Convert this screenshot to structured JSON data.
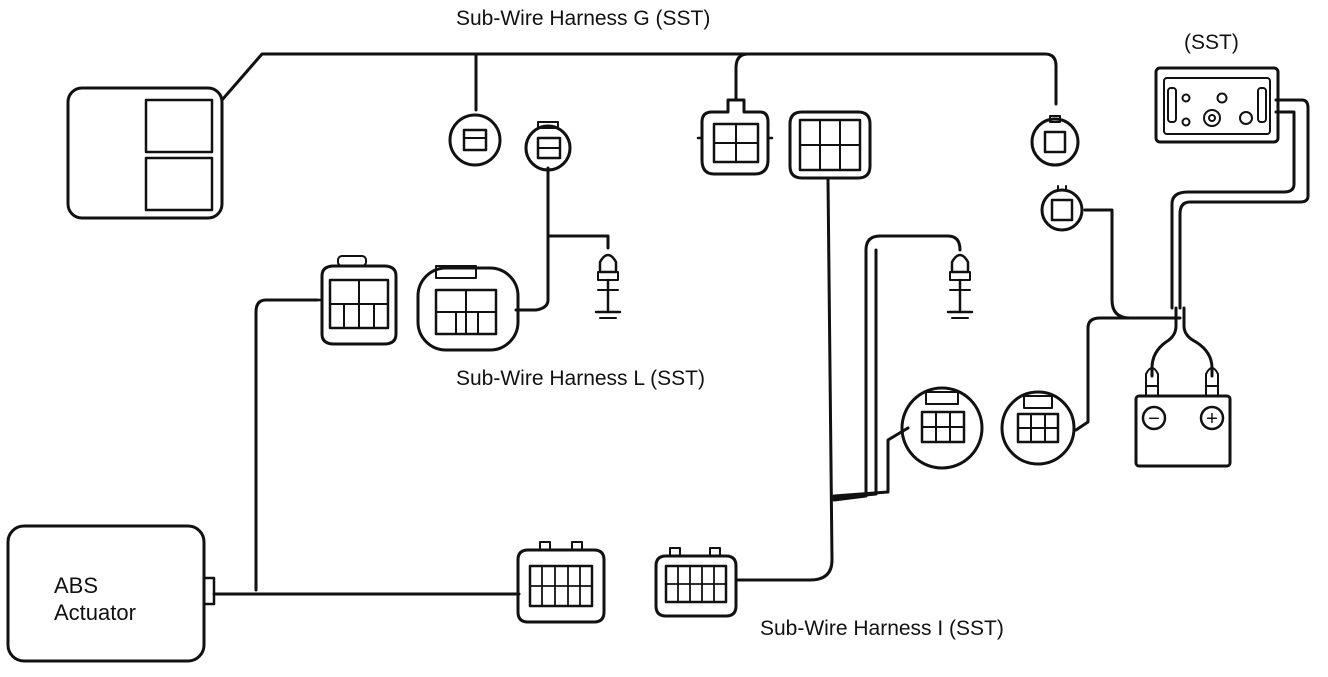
{
  "labels": {
    "harness_g": "Sub-Wire Harness G (SST)",
    "harness_l": "Sub-Wire Harness L (SST)",
    "harness_i": "Sub-Wire Harness I (SST)",
    "sst_tester": "(SST)",
    "abs_line1": "ABS",
    "abs_line2": "Actuator"
  },
  "battery": {
    "negative_symbol": "−",
    "positive_symbol": "+"
  },
  "colors": {
    "ink": "#111111",
    "background": "#ffffff"
  }
}
